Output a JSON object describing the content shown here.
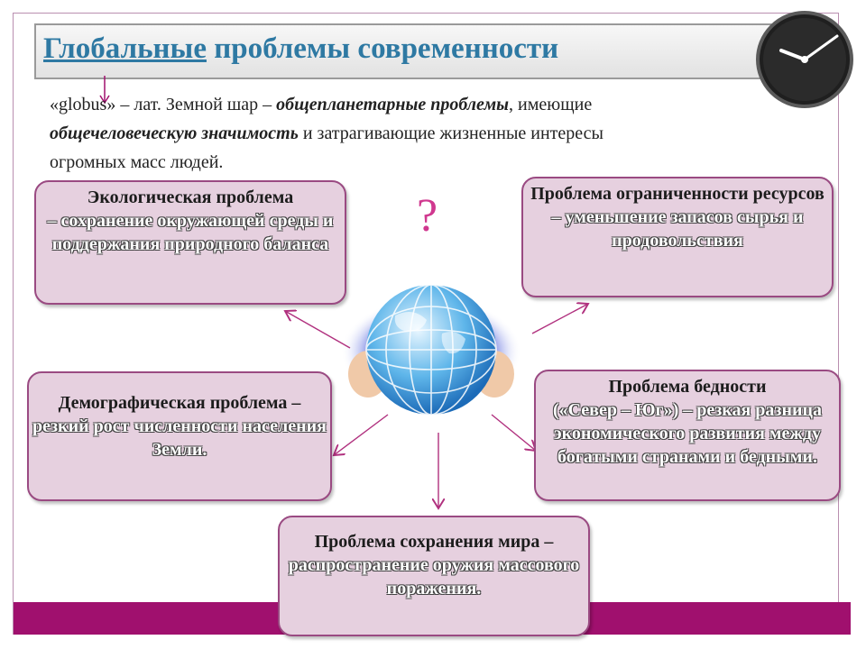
{
  "title": {
    "highlight": "Глобальные",
    "rest": " проблемы современности"
  },
  "intro": {
    "part1": "«globus» – лат. Земной шар – ",
    "bold1": "общепланетарные проблемы",
    "part2": ", имеющие",
    "bold2": "общечеловеческую значимость",
    "part3": " и затрагивающие жизненные интересы",
    "line3": "огромных масс людей."
  },
  "question_mark": "?",
  "boxes": {
    "ecology": {
      "title": "Экологическая проблема",
      "text": "– сохранение окружающей среды и поддержания природного баланса"
    },
    "resources": {
      "title": "Проблема ограниченности ресурсов",
      "text": "– уменьшение запасов сырья и продовольствия"
    },
    "demography": {
      "title": "Демографическая проблема",
      "dash": " – ",
      "text": "резкий рост численности населения Земли."
    },
    "poverty": {
      "title": "Проблема бедности",
      "text": "(«Север – Юг») – резкая разница экономического развития между богатыми странами и бедными."
    },
    "peace": {
      "title": "Проблема сохранения мира",
      "dash": " – ",
      "text": "распространение оружия массового поражения."
    }
  },
  "colors": {
    "title_blue": "#2e79a3",
    "accent_magenta": "#a0106e",
    "box_fill": "#e6d0df",
    "box_border": "#9a4a82"
  },
  "icons": [
    "clock-icon",
    "globe-image",
    "arrow-icon"
  ]
}
